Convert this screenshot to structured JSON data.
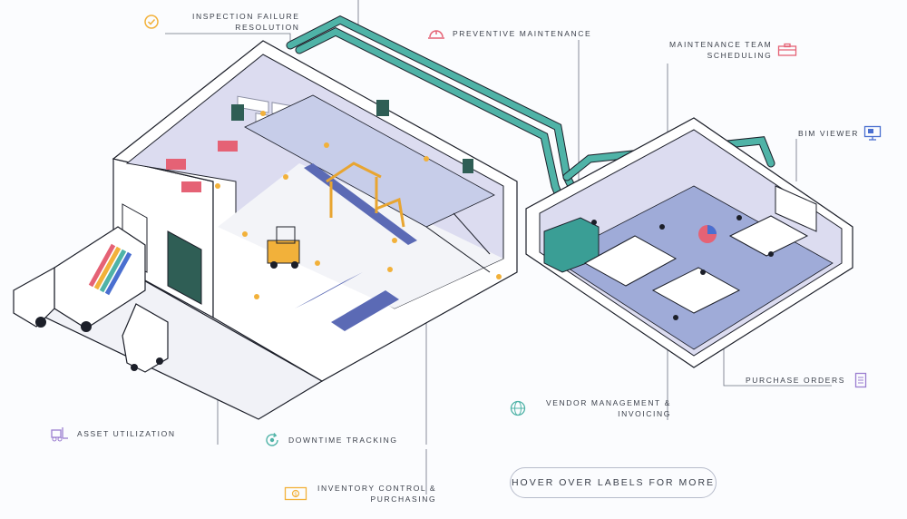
{
  "hotspots": {
    "inspection": {
      "line1": "INSPECTION FAILURE",
      "line2": "RESOLUTION",
      "icon": "check-circle-icon",
      "color": "#f2b13a"
    },
    "preventive": {
      "line1": "PREVENTIVE MAINTENANCE",
      "icon": "hard-hat-icon",
      "color": "#e56275"
    },
    "team": {
      "line1": "MAINTENANCE TEAM",
      "line2": "SCHEDULING",
      "icon": "toolbox-icon",
      "color": "#e56275"
    },
    "bim": {
      "line1": "BIM VIEWER",
      "icon": "monitor-icon",
      "color": "#4a6fd0"
    },
    "purchase": {
      "line1": "PURCHASE ORDERS",
      "icon": "document-icon",
      "color": "#9b7ed0"
    },
    "vendor": {
      "line1": "VENDOR MANAGEMENT &",
      "line2": "INVOICING",
      "icon": "globe-handshake-icon",
      "color": "#4fb3a7"
    },
    "asset": {
      "line1": "ASSET UTILIZATION",
      "icon": "forklift-icon",
      "color": "#9b7ed0"
    },
    "downtime": {
      "line1": "DOWNTIME TRACKING",
      "icon": "refresh-gear-icon",
      "color": "#4fb3a7"
    },
    "inventory": {
      "line1": "INVENTORY CONTROL &",
      "line2": "PURCHASING",
      "icon": "money-icon",
      "color": "#f2b13a"
    }
  },
  "cta": {
    "label": "HOVER OVER LABELS FOR MORE"
  },
  "colors": {
    "wall": "#d9d8ef",
    "floor_office": "#9fabd8",
    "duct": "#4fb3a7",
    "truck_stripes": [
      "#e56275",
      "#f2b13a",
      "#4fb3a7",
      "#4a6fd0"
    ]
  }
}
